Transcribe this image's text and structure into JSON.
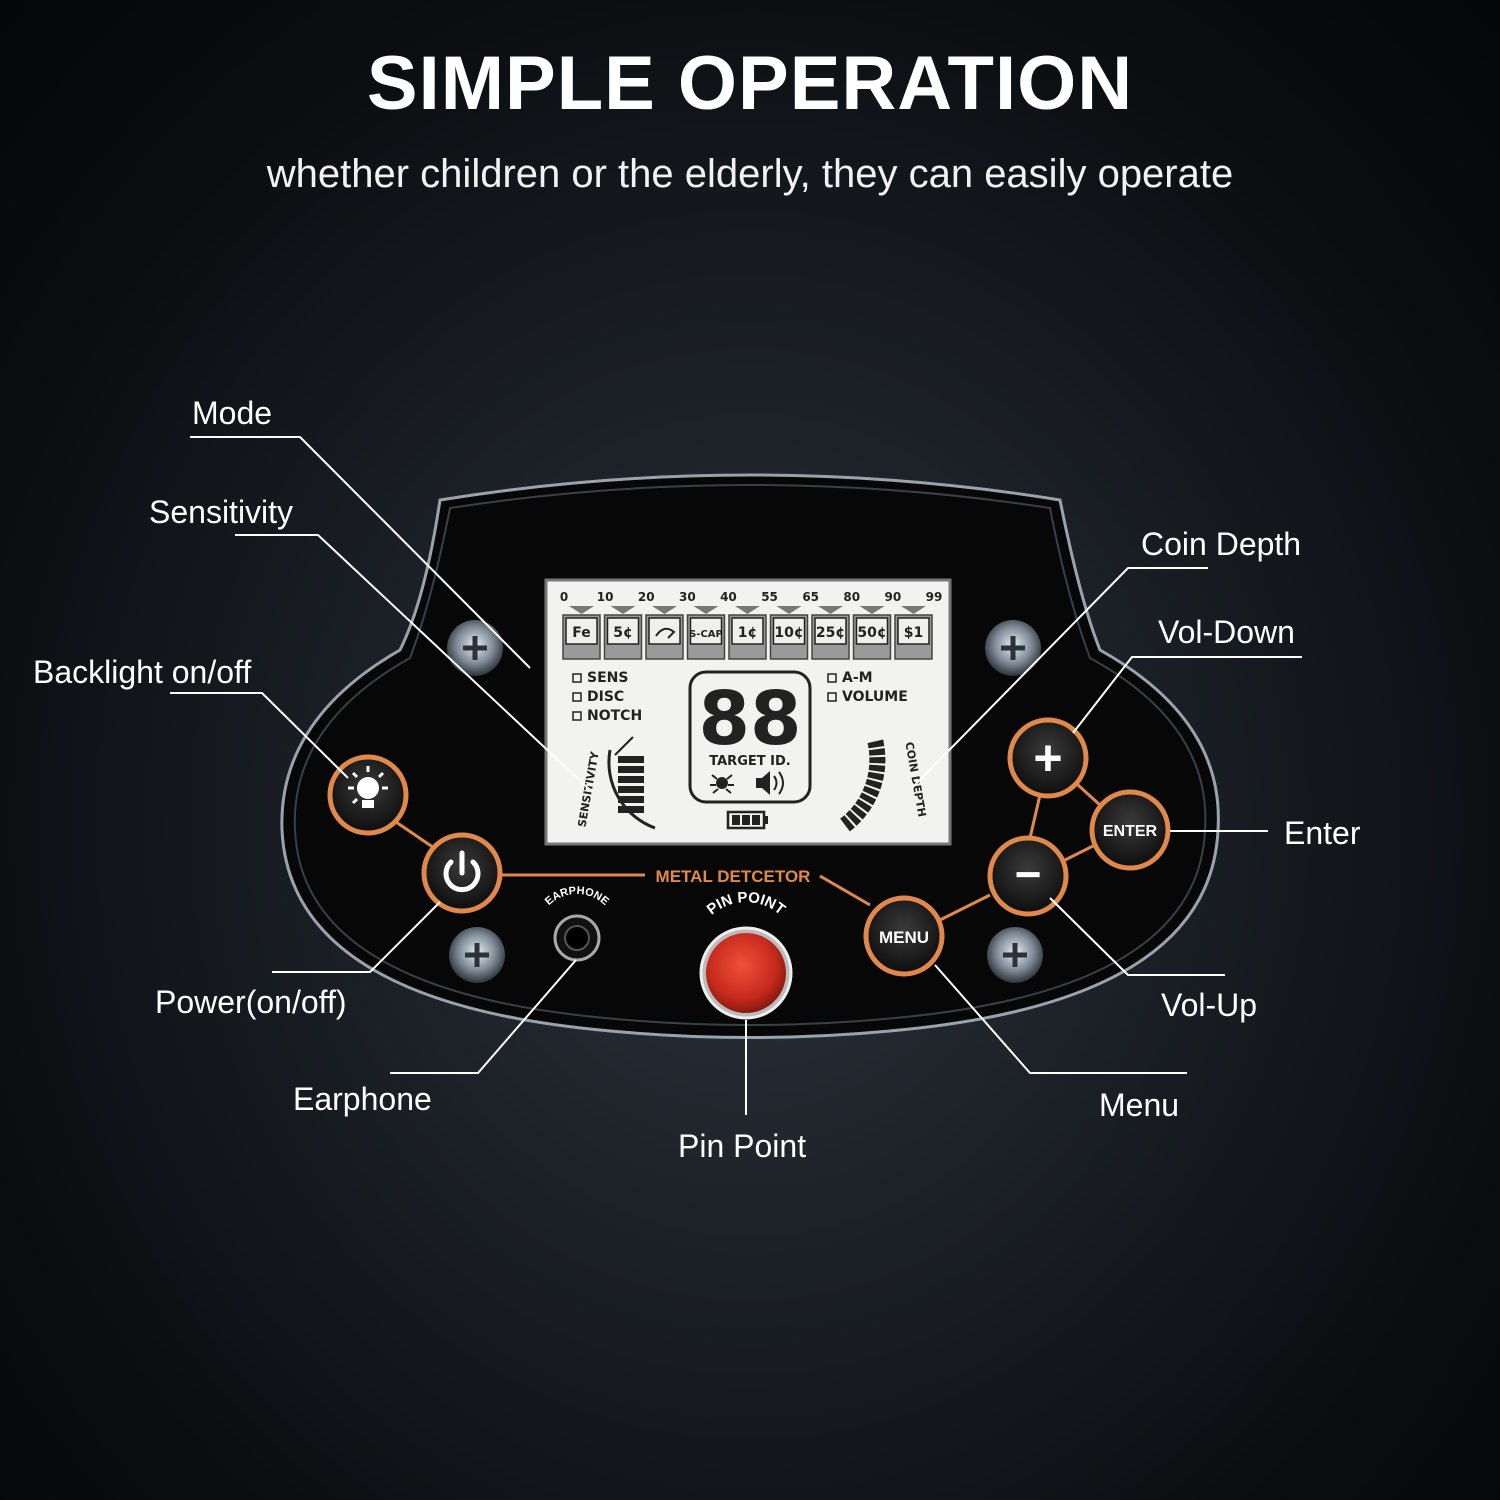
{
  "header": {
    "title": "SIMPLE OPERATION",
    "subtitle": "whether children or the elderly, they can easily operate"
  },
  "callouts": {
    "mode": "Mode",
    "sensitivity": "Sensitivity",
    "backlight": "Backlight on/off",
    "power": "Power(on/off)",
    "earphone": "Earphone",
    "pin_point": "Pin Point",
    "menu": "Menu",
    "vol_up": "Vol-Up",
    "enter": "Enter",
    "vol_down": "Vol-Down",
    "coin_depth": "Coin Depth"
  },
  "panel": {
    "brand_label": "METAL DETCETOR",
    "earphone_label": "EARPHONE",
    "pin_point_label": "PIN POINT",
    "menu_button": "MENU",
    "enter_button": "ENTER",
    "plus_button": "+",
    "minus_button": "−",
    "accent_color": "#e0894a",
    "pinpoint_color": "#d63a2a"
  },
  "lcd": {
    "scale": [
      "0",
      "10",
      "20",
      "30",
      "40",
      "55",
      "65",
      "80",
      "90",
      "99"
    ],
    "categories": [
      "Fe",
      "5¢",
      "",
      "S-CAP",
      "1¢",
      "10¢",
      "25¢",
      "50¢",
      "$1"
    ],
    "left_modes": [
      "SENS",
      "DISC",
      "NOTCH"
    ],
    "right_modes": [
      "A-M",
      "VOLUME"
    ],
    "digits": "88",
    "target_label": "TARGET ID.",
    "sensitivity_arc_label": "SENSITIVITY",
    "coin_depth_arc_label": "COIN DEPTH"
  }
}
